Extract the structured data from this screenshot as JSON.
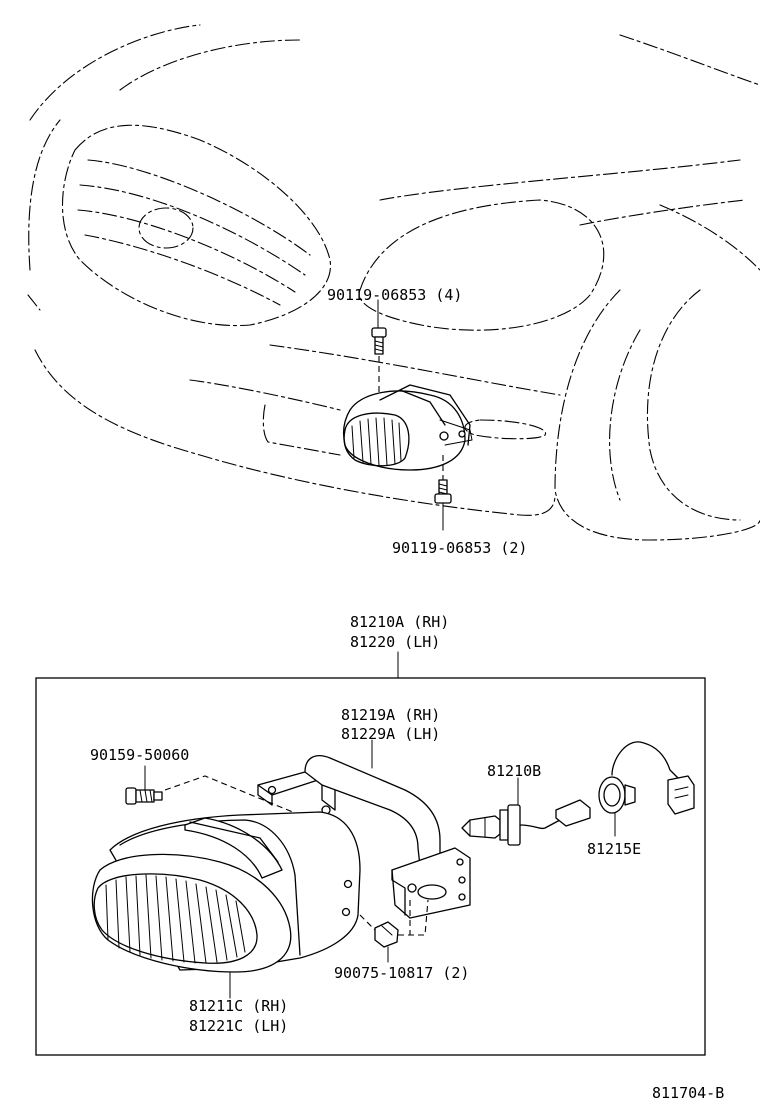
{
  "labels": {
    "p_90119_06853_4": "90119-06853 (4)",
    "p_90119_06853_2": "90119-06853 (2)",
    "p_81210A": "81210A (RH)",
    "p_81220": "81220 (LH)",
    "p_81219A": "81219A (RH)",
    "p_81229A": "81229A (LH)",
    "p_90159_50060": "90159-50060",
    "p_81210B": "81210B",
    "p_81215E": "81215E",
    "p_90075_10817": "90075-10817 (2)",
    "p_81211C": "81211C (RH)",
    "p_81221C": "81221C (LH)",
    "figure_code": "811704-B"
  }
}
